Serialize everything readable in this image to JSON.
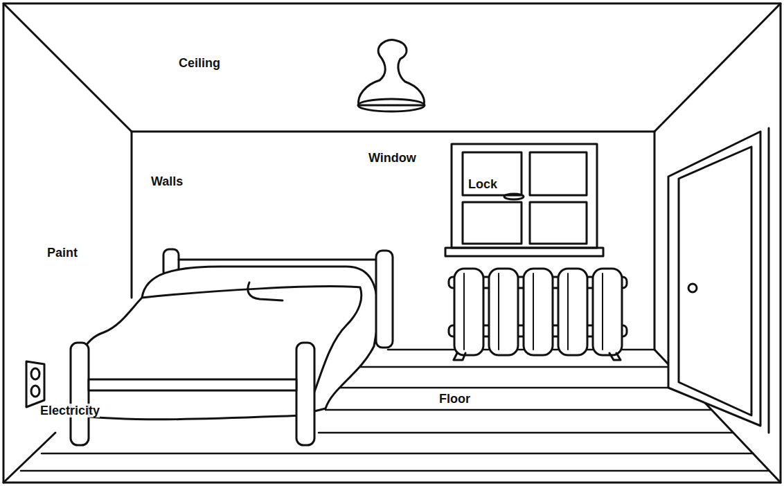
{
  "diagram": {
    "labels": [
      "Ceiling",
      "Walls",
      "Paint",
      "Window",
      "Lock",
      "Electricity",
      "Floor"
    ]
  }
}
